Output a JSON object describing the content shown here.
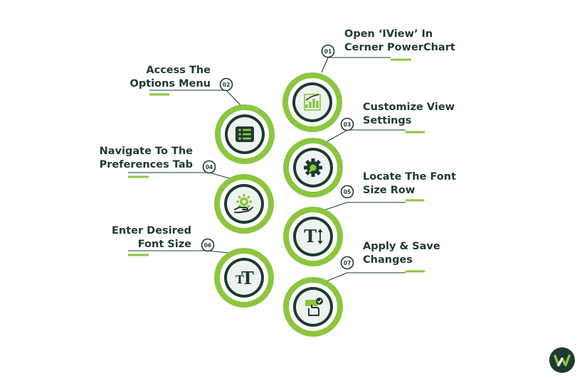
{
  "colors": {
    "green": "#8cc63f",
    "dark": "#1e3a32",
    "circle_fill": "#eef3f0",
    "icon_green": "#8cc63f",
    "icon_dark": "#1e3a32"
  },
  "steps": [
    {
      "number": "01",
      "line1": "Open ‘IView’ In",
      "line2": "Cerner PowerChart",
      "icon": "chart-icon"
    },
    {
      "number": "02",
      "line1": "Access The",
      "line2": "Options Menu",
      "icon": "list-icon"
    },
    {
      "number": "03",
      "line1": "Customize View",
      "line2": "Settings",
      "icon": "gear-wrench-icon"
    },
    {
      "number": "04",
      "line1": "Navigate To The",
      "line2": "Preferences Tab",
      "icon": "hand-gear-icon"
    },
    {
      "number": "05",
      "line1": "Locate The Font",
      "line2": "Size Row",
      "icon": "text-height-icon"
    },
    {
      "number": "06",
      "line1": "Enter Desired",
      "line2": "Font Size",
      "icon": "font-size-icon"
    },
    {
      "number": "07",
      "line1": "Apply & Save",
      "line2": "Changes",
      "icon": "hand-check-icon"
    }
  ]
}
